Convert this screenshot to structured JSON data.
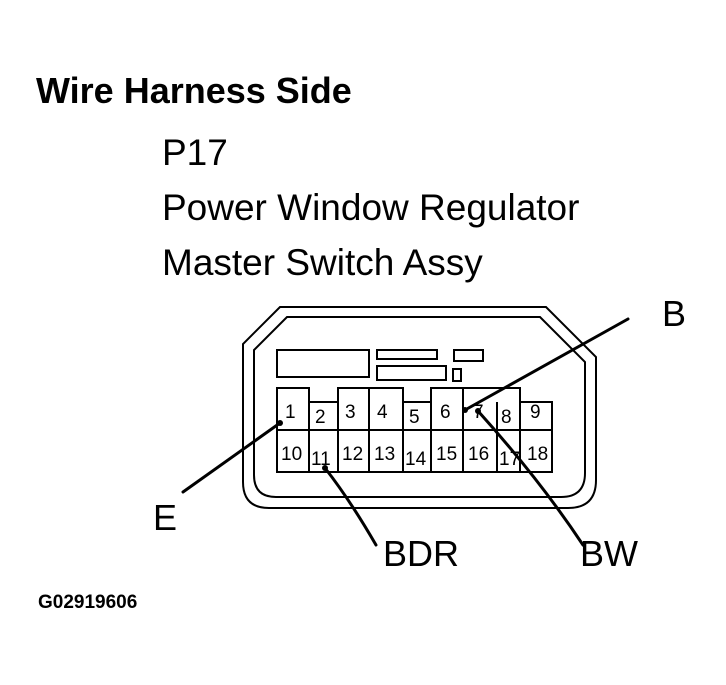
{
  "heading": "Wire Harness Side",
  "connector": {
    "code": "P17",
    "name_line1": "Power Window Regulator",
    "name_line2": "Master Switch Assy"
  },
  "figure_id": "G02919606",
  "pins": {
    "p1": "1",
    "p2": "2",
    "p3": "3",
    "p4": "4",
    "p5": "5",
    "p6": "6",
    "p7": "7",
    "p8": "8",
    "p9": "9",
    "p10": "10",
    "p11": "11",
    "p12": "12",
    "p13": "13",
    "p14": "14",
    "p15": "15",
    "p16": "16",
    "p17": "17",
    "p18": "18"
  },
  "wires": {
    "b": "B",
    "e": "E",
    "bdr": "BDR",
    "bw": "BW"
  }
}
